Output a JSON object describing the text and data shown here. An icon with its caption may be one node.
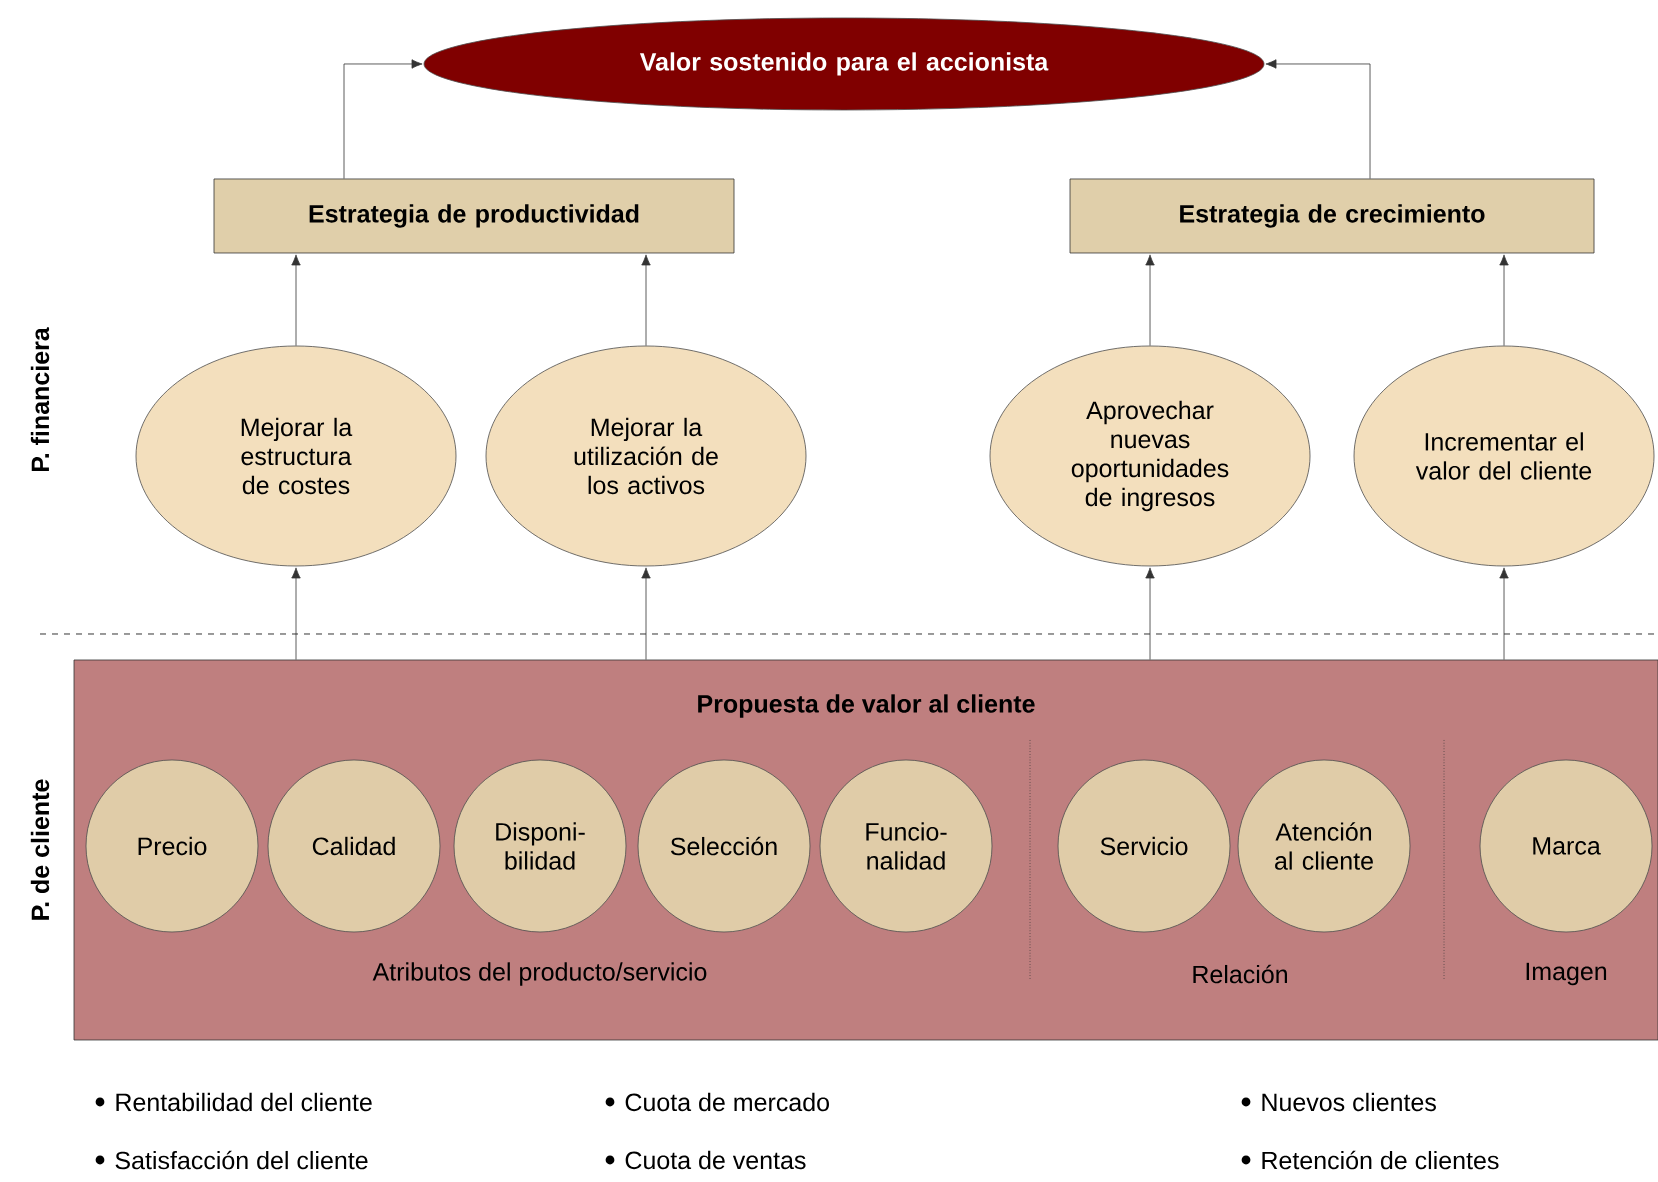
{
  "diagram": {
    "nodes": [
      {
        "text": [
          "Valor sostenido para el accionista"
        ]
      },
      {
        "text": [
          "Estrategia de productividad"
        ]
      },
      {
        "text": [
          "Estrategia de crecimiento"
        ]
      },
      {
        "text": [
          "Mejorar la estructura de costes"
        ]
      },
      {
        "text": [
          "Mejorar la utilización de los activos"
        ]
      },
      {
        "text": [
          "Aprovechar nuevas oportunidades de ingresos"
        ]
      },
      {
        "text": [
          "Incrementar el valor del cliente"
        ]
      },
      {
        "text": [
          "Propuesta de valor al cliente",
          "Atributos del producto/servicio",
          "Relación",
          "Imagen"
        ]
      },
      {
        "text": [
          "Precio"
        ],
        "in": 7
      },
      {
        "text": [
          "Calidad"
        ],
        "in": 7
      },
      {
        "text": [
          "Disponi- bilidad"
        ],
        "in": 7
      },
      {
        "text": [
          "Selección"
        ],
        "in": 7
      },
      {
        "text": [
          "Funcio- nalidad"
        ],
        "in": 7
      },
      {
        "text": [
          "Servicio"
        ],
        "in": 7
      },
      {
        "text": [
          "Atención al cliente"
        ],
        "in": 7
      },
      {
        "text": [
          "Marca"
        ],
        "in": 7
      }
    ],
    "edges": [
      {
        "from": 1,
        "to": 0,
        "arrow": "to"
      },
      {
        "from": 2,
        "to": 0,
        "arrow": "to"
      },
      {
        "from": 3,
        "to": 1,
        "arrow": "to"
      },
      {
        "from": 4,
        "to": 1,
        "arrow": "to"
      },
      {
        "from": 5,
        "to": 2,
        "arrow": "to"
      },
      {
        "from": 6,
        "to": 2,
        "arrow": "to"
      },
      {
        "from": 7,
        "to": 3,
        "arrow": "to"
      },
      {
        "from": 7,
        "to": 4,
        "arrow": "to"
      },
      {
        "from": 7,
        "to": 5,
        "arrow": "to"
      },
      {
        "from": 7,
        "to": 6,
        "arrow": "to"
      }
    ],
    "labels": [
      "P. financiera",
      "P. de cliente",
      "Rentabilidad del cliente",
      "Cuota de mercado",
      "Nuevos clientes",
      "Satisfacción del cliente",
      "Cuota de ventas",
      "Retención de clientes"
    ]
  }
}
